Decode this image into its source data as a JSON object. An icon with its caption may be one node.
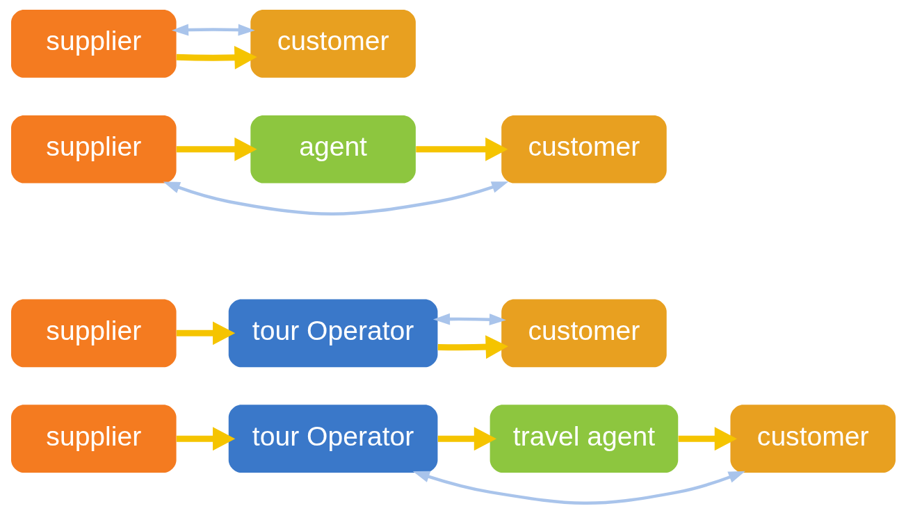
{
  "diagram": {
    "nodes": [
      {
        "text": [
          "supplier"
        ]
      },
      {
        "text": [
          "customer"
        ]
      },
      {
        "text": [
          "supplier"
        ]
      },
      {
        "text": [
          "agent"
        ]
      },
      {
        "text": [
          "customer"
        ]
      },
      {
        "text": [
          "supplier"
        ]
      },
      {
        "text": [
          "tour Operator"
        ]
      },
      {
        "text": [
          "customer"
        ]
      },
      {
        "text": [
          "supplier"
        ]
      },
      {
        "text": [
          "tour Operator"
        ]
      },
      {
        "text": [
          "travel agent"
        ]
      },
      {
        "text": [
          "customer"
        ]
      }
    ],
    "edges": [
      {
        "from": 0,
        "to": 1,
        "arrow": "to"
      },
      {
        "from": 0,
        "to": 1,
        "arrow": "both",
        "color": "#a9c4eb"
      },
      {
        "from": 2,
        "to": 3,
        "arrow": "to"
      },
      {
        "from": 3,
        "to": 4,
        "arrow": "to"
      },
      {
        "from": 2,
        "to": 4,
        "arrow": "both",
        "color": "#a9c4eb"
      },
      {
        "from": 5,
        "to": 6,
        "arrow": "to"
      },
      {
        "from": 6,
        "to": 7,
        "arrow": "to"
      },
      {
        "from": 6,
        "to": 7,
        "arrow": "both",
        "color": "#a9c4eb"
      },
      {
        "from": 8,
        "to": 9,
        "arrow": "to"
      },
      {
        "from": 9,
        "to": 10,
        "arrow": "to"
      },
      {
        "from": 10,
        "to": 11,
        "arrow": "to"
      },
      {
        "from": 9,
        "to": 11,
        "arrow": "both",
        "color": "#a9c4eb"
      }
    ]
  }
}
